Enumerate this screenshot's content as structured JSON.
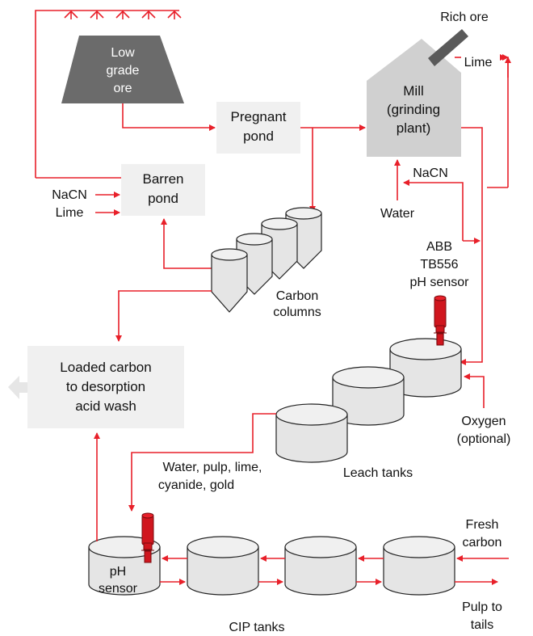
{
  "ore_pile": {
    "lines": [
      "Low",
      "grade",
      "ore"
    ]
  },
  "rich_ore": "Rich ore",
  "lime_top": "Lime",
  "mill": {
    "lines": [
      "Mill",
      "(grinding",
      "plant)"
    ]
  },
  "pregnant_pond": {
    "lines": [
      "Pregnant",
      "pond"
    ]
  },
  "barren_pond": {
    "lines": [
      "Barren",
      "pond"
    ]
  },
  "barren_inputs": {
    "nacn": "NaCN",
    "lime": "Lime"
  },
  "mill_nacn": "NaCN",
  "water": "Water",
  "ph_sensor_top": {
    "lines": [
      "ABB",
      "TB556",
      "pH sensor"
    ]
  },
  "carbon_columns": {
    "lines": [
      "Carbon",
      "columns"
    ]
  },
  "loaded_carbon": {
    "lines": [
      "Loaded carbon",
      "to desorption",
      "acid wash"
    ]
  },
  "oxygen": {
    "lines": [
      "Oxygen",
      "(optional)"
    ]
  },
  "leach_flow": {
    "lines": [
      "Water, pulp, lime,",
      "cyanide, gold"
    ]
  },
  "leach_tanks": "Leach tanks",
  "fresh_carbon": {
    "lines": [
      "Fresh",
      "carbon"
    ]
  },
  "ph_sensor_bottom": {
    "lines": [
      "pH",
      "sensor"
    ]
  },
  "pulp_tails": {
    "lines": [
      "Pulp to",
      "tails"
    ]
  },
  "cip_tanks": "CIP tanks",
  "colors": {
    "flow": "#e8202a",
    "ore": "#6b6b6b",
    "box": "#f0f0f0",
    "tank": "#e5e5e5",
    "sensor": "#d0161e"
  }
}
